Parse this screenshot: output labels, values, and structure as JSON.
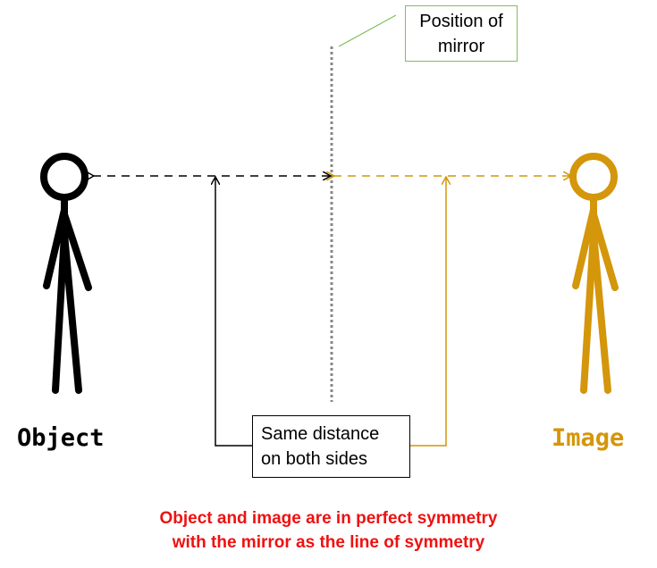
{
  "colors": {
    "object": "#000000",
    "image": "#d4960a",
    "mirror_line": "#888888",
    "mirror_callout": "#7fbf5a",
    "caption": "#ee1111"
  },
  "mirror_label": {
    "line1": "Position of",
    "line2": "mirror"
  },
  "distance_label": {
    "line1": "Same distance",
    "line2": "on both sides"
  },
  "object_label": "Object",
  "image_label": "Image",
  "caption": {
    "line1": "Object and image are in perfect symmetry",
    "line2": "with the mirror as the line of symmetry"
  }
}
